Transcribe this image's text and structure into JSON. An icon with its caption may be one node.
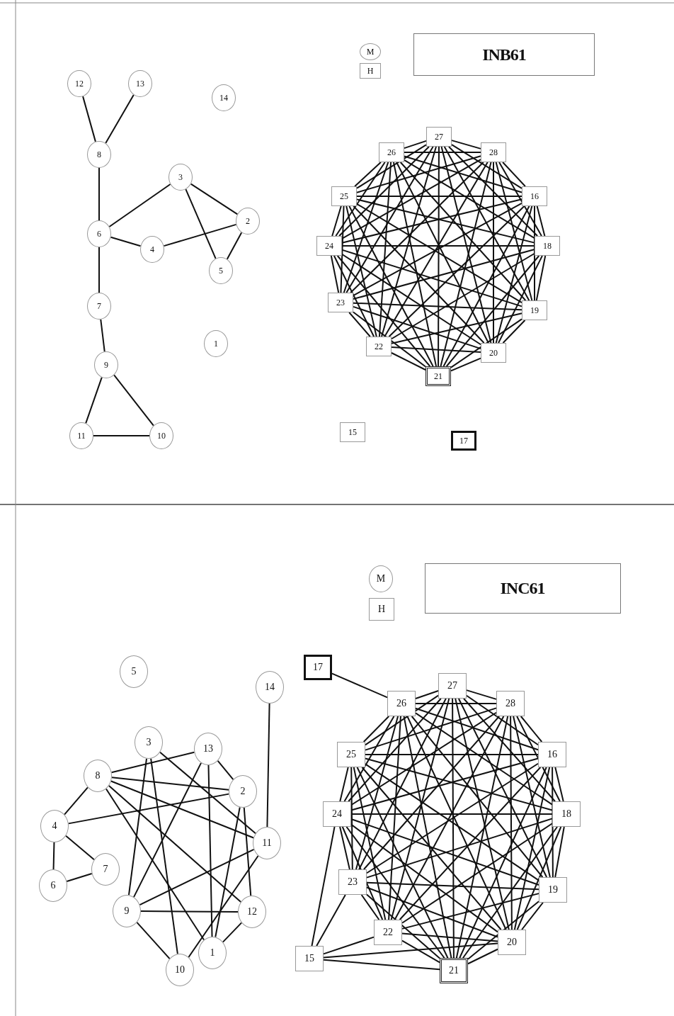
{
  "diagram": {
    "nodes": [
      {
        "text": [
          "M"
        ]
      },
      {
        "text": [
          "H"
        ]
      },
      {
        "text": [
          "INB61"
        ]
      },
      {
        "text": [
          "1"
        ]
      },
      {
        "text": [
          "2"
        ]
      },
      {
        "text": [
          "3"
        ]
      },
      {
        "text": [
          "4"
        ]
      },
      {
        "text": [
          "5"
        ]
      },
      {
        "text": [
          "6"
        ]
      },
      {
        "text": [
          "7"
        ]
      },
      {
        "text": [
          "8"
        ]
      },
      {
        "text": [
          "9"
        ]
      },
      {
        "text": [
          "10"
        ]
      },
      {
        "text": [
          "11"
        ]
      },
      {
        "text": [
          "12"
        ]
      },
      {
        "text": [
          "13"
        ]
      },
      {
        "text": [
          "14"
        ]
      },
      {
        "text": [
          "15"
        ]
      },
      {
        "text": [
          "16"
        ]
      },
      {
        "text": [
          "17"
        ]
      },
      {
        "text": [
          "18"
        ]
      },
      {
        "text": [
          "19"
        ]
      },
      {
        "text": [
          "20"
        ]
      },
      {
        "text": [
          "21"
        ]
      },
      {
        "text": [
          "22"
        ]
      },
      {
        "text": [
          "23"
        ]
      },
      {
        "text": [
          "24"
        ]
      },
      {
        "text": [
          "25"
        ]
      },
      {
        "text": [
          "26"
        ]
      },
      {
        "text": [
          "27"
        ]
      },
      {
        "text": [
          "28"
        ]
      },
      {
        "text": [
          "M"
        ]
      },
      {
        "text": [
          "H"
        ]
      },
      {
        "text": [
          "INC61"
        ]
      },
      {
        "text": [
          "1"
        ]
      },
      {
        "text": [
          "2"
        ]
      },
      {
        "text": [
          "3"
        ]
      },
      {
        "text": [
          "4"
        ]
      },
      {
        "text": [
          "5"
        ]
      },
      {
        "text": [
          "6"
        ]
      },
      {
        "text": [
          "7"
        ]
      },
      {
        "text": [
          "8"
        ]
      },
      {
        "text": [
          "9"
        ]
      },
      {
        "text": [
          "10"
        ]
      },
      {
        "text": [
          "11"
        ]
      },
      {
        "text": [
          "12"
        ]
      },
      {
        "text": [
          "13"
        ]
      },
      {
        "text": [
          "14"
        ]
      },
      {
        "text": [
          "15"
        ]
      },
      {
        "text": [
          "16"
        ]
      },
      {
        "text": [
          "17"
        ]
      },
      {
        "text": [
          "18"
        ]
      },
      {
        "text": [
          "19"
        ]
      },
      {
        "text": [
          "20"
        ]
      },
      {
        "text": [
          "21"
        ]
      },
      {
        "text": [
          "22"
        ]
      },
      {
        "text": [
          "23"
        ]
      },
      {
        "text": [
          "24"
        ]
      },
      {
        "text": [
          "25"
        ]
      },
      {
        "text": [
          "26"
        ]
      },
      {
        "text": [
          "27"
        ]
      },
      {
        "text": [
          "28"
        ]
      }
    ],
    "edges": [
      {
        "from": 14,
        "to": 10,
        "arrow": "none"
      },
      {
        "from": 15,
        "to": 10,
        "arrow": "none"
      },
      {
        "from": 10,
        "to": 8,
        "arrow": "none"
      },
      {
        "from": 8,
        "to": 5,
        "arrow": "none"
      },
      {
        "from": 8,
        "to": 6,
        "arrow": "none"
      },
      {
        "from": 6,
        "to": 4,
        "arrow": "none"
      },
      {
        "from": 5,
        "to": 4,
        "arrow": "none"
      },
      {
        "from": 5,
        "to": 7,
        "arrow": "none"
      },
      {
        "from": 4,
        "to": 7,
        "arrow": "none"
      },
      {
        "from": 8,
        "to": 9,
        "arrow": "none"
      },
      {
        "from": 9,
        "to": 11,
        "arrow": "none"
      },
      {
        "from": 11,
        "to": 13,
        "arrow": "none"
      },
      {
        "from": 11,
        "to": 12,
        "arrow": "none"
      },
      {
        "from": 13,
        "to": 12,
        "arrow": "none"
      },
      {
        "from": 18,
        "to": 20,
        "arrow": "none"
      },
      {
        "from": 18,
        "to": 21,
        "arrow": "none"
      },
      {
        "from": 18,
        "to": 22,
        "arrow": "none"
      },
      {
        "from": 18,
        "to": 23,
        "arrow": "none"
      },
      {
        "from": 18,
        "to": 24,
        "arrow": "none"
      },
      {
        "from": 18,
        "to": 25,
        "arrow": "none"
      },
      {
        "from": 18,
        "to": 26,
        "arrow": "none"
      },
      {
        "from": 18,
        "to": 27,
        "arrow": "none"
      },
      {
        "from": 18,
        "to": 28,
        "arrow": "none"
      },
      {
        "from": 18,
        "to": 29,
        "arrow": "none"
      },
      {
        "from": 18,
        "to": 30,
        "arrow": "none"
      },
      {
        "from": 20,
        "to": 21,
        "arrow": "none"
      },
      {
        "from": 20,
        "to": 22,
        "arrow": "none"
      },
      {
        "from": 20,
        "to": 23,
        "arrow": "none"
      },
      {
        "from": 20,
        "to": 24,
        "arrow": "none"
      },
      {
        "from": 20,
        "to": 25,
        "arrow": "none"
      },
      {
        "from": 20,
        "to": 26,
        "arrow": "none"
      },
      {
        "from": 20,
        "to": 27,
        "arrow": "none"
      },
      {
        "from": 20,
        "to": 28,
        "arrow": "none"
      },
      {
        "from": 20,
        "to": 29,
        "arrow": "none"
      },
      {
        "from": 20,
        "to": 30,
        "arrow": "none"
      },
      {
        "from": 21,
        "to": 22,
        "arrow": "none"
      },
      {
        "from": 21,
        "to": 23,
        "arrow": "none"
      },
      {
        "from": 21,
        "to": 24,
        "arrow": "none"
      },
      {
        "from": 21,
        "to": 25,
        "arrow": "none"
      },
      {
        "from": 21,
        "to": 26,
        "arrow": "none"
      },
      {
        "from": 21,
        "to": 27,
        "arrow": "none"
      },
      {
        "from": 21,
        "to": 28,
        "arrow": "none"
      },
      {
        "from": 21,
        "to": 29,
        "arrow": "none"
      },
      {
        "from": 21,
        "to": 30,
        "arrow": "none"
      },
      {
        "from": 22,
        "to": 23,
        "arrow": "none"
      },
      {
        "from": 22,
        "to": 24,
        "arrow": "none"
      },
      {
        "from": 22,
        "to": 25,
        "arrow": "none"
      },
      {
        "from": 22,
        "to": 26,
        "arrow": "none"
      },
      {
        "from": 22,
        "to": 27,
        "arrow": "none"
      },
      {
        "from": 22,
        "to": 28,
        "arrow": "none"
      },
      {
        "from": 22,
        "to": 29,
        "arrow": "none"
      },
      {
        "from": 22,
        "to": 30,
        "arrow": "none"
      },
      {
        "from": 23,
        "to": 24,
        "arrow": "none"
      },
      {
        "from": 23,
        "to": 25,
        "arrow": "none"
      },
      {
        "from": 23,
        "to": 26,
        "arrow": "none"
      },
      {
        "from": 23,
        "to": 27,
        "arrow": "none"
      },
      {
        "from": 23,
        "to": 28,
        "arrow": "none"
      },
      {
        "from": 23,
        "to": 29,
        "arrow": "none"
      },
      {
        "from": 23,
        "to": 30,
        "arrow": "none"
      },
      {
        "from": 24,
        "to": 25,
        "arrow": "none"
      },
      {
        "from": 24,
        "to": 26,
        "arrow": "none"
      },
      {
        "from": 24,
        "to": 27,
        "arrow": "none"
      },
      {
        "from": 24,
        "to": 28,
        "arrow": "none"
      },
      {
        "from": 24,
        "to": 29,
        "arrow": "none"
      },
      {
        "from": 24,
        "to": 30,
        "arrow": "none"
      },
      {
        "from": 25,
        "to": 26,
        "arrow": "none"
      },
      {
        "from": 25,
        "to": 27,
        "arrow": "none"
      },
      {
        "from": 25,
        "to": 28,
        "arrow": "none"
      },
      {
        "from": 25,
        "to": 29,
        "arrow": "none"
      },
      {
        "from": 25,
        "to": 30,
        "arrow": "none"
      },
      {
        "from": 26,
        "to": 27,
        "arrow": "none"
      },
      {
        "from": 26,
        "to": 28,
        "arrow": "none"
      },
      {
        "from": 26,
        "to": 29,
        "arrow": "none"
      },
      {
        "from": 26,
        "to": 30,
        "arrow": "none"
      },
      {
        "from": 27,
        "to": 28,
        "arrow": "none"
      },
      {
        "from": 27,
        "to": 29,
        "arrow": "none"
      },
      {
        "from": 27,
        "to": 30,
        "arrow": "none"
      },
      {
        "from": 28,
        "to": 29,
        "arrow": "none"
      },
      {
        "from": 28,
        "to": 30,
        "arrow": "none"
      },
      {
        "from": 29,
        "to": 30,
        "arrow": "none"
      },
      {
        "from": 41,
        "to": 46,
        "arrow": "none"
      },
      {
        "from": 41,
        "to": 35,
        "arrow": "none"
      },
      {
        "from": 41,
        "to": 44,
        "arrow": "none"
      },
      {
        "from": 41,
        "to": 45,
        "arrow": "none"
      },
      {
        "from": 41,
        "to": 34,
        "arrow": "none"
      },
      {
        "from": 41,
        "to": 37,
        "arrow": "none"
      },
      {
        "from": 37,
        "to": 35,
        "arrow": "none"
      },
      {
        "from": 37,
        "to": 40,
        "arrow": "none"
      },
      {
        "from": 37,
        "to": 39,
        "arrow": "none"
      },
      {
        "from": 39,
        "to": 40,
        "arrow": "none"
      },
      {
        "from": 36,
        "to": 42,
        "arrow": "none"
      },
      {
        "from": 36,
        "to": 43,
        "arrow": "none"
      },
      {
        "from": 36,
        "to": 44,
        "arrow": "none"
      },
      {
        "from": 46,
        "to": 42,
        "arrow": "none"
      },
      {
        "from": 46,
        "to": 34,
        "arrow": "none"
      },
      {
        "from": 46,
        "to": 35,
        "arrow": "none"
      },
      {
        "from": 35,
        "to": 45,
        "arrow": "none"
      },
      {
        "from": 35,
        "to": 34,
        "arrow": "none"
      },
      {
        "from": 47,
        "to": 44,
        "arrow": "none"
      },
      {
        "from": 44,
        "to": 42,
        "arrow": "none"
      },
      {
        "from": 44,
        "to": 43,
        "arrow": "none"
      },
      {
        "from": 42,
        "to": 45,
        "arrow": "none"
      },
      {
        "from": 42,
        "to": 43,
        "arrow": "none"
      },
      {
        "from": 45,
        "to": 34,
        "arrow": "none"
      },
      {
        "from": 49,
        "to": 51,
        "arrow": "none"
      },
      {
        "from": 49,
        "to": 52,
        "arrow": "none"
      },
      {
        "from": 49,
        "to": 53,
        "arrow": "none"
      },
      {
        "from": 49,
        "to": 54,
        "arrow": "none"
      },
      {
        "from": 49,
        "to": 55,
        "arrow": "none"
      },
      {
        "from": 49,
        "to": 56,
        "arrow": "none"
      },
      {
        "from": 49,
        "to": 57,
        "arrow": "none"
      },
      {
        "from": 49,
        "to": 58,
        "arrow": "none"
      },
      {
        "from": 49,
        "to": 59,
        "arrow": "none"
      },
      {
        "from": 49,
        "to": 60,
        "arrow": "none"
      },
      {
        "from": 49,
        "to": 61,
        "arrow": "none"
      },
      {
        "from": 51,
        "to": 52,
        "arrow": "none"
      },
      {
        "from": 51,
        "to": 53,
        "arrow": "none"
      },
      {
        "from": 51,
        "to": 54,
        "arrow": "none"
      },
      {
        "from": 51,
        "to": 55,
        "arrow": "none"
      },
      {
        "from": 51,
        "to": 56,
        "arrow": "none"
      },
      {
        "from": 51,
        "to": 57,
        "arrow": "none"
      },
      {
        "from": 51,
        "to": 58,
        "arrow": "none"
      },
      {
        "from": 51,
        "to": 59,
        "arrow": "none"
      },
      {
        "from": 51,
        "to": 60,
        "arrow": "none"
      },
      {
        "from": 51,
        "to": 61,
        "arrow": "none"
      },
      {
        "from": 52,
        "to": 53,
        "arrow": "none"
      },
      {
        "from": 52,
        "to": 54,
        "arrow": "none"
      },
      {
        "from": 52,
        "to": 55,
        "arrow": "none"
      },
      {
        "from": 52,
        "to": 56,
        "arrow": "none"
      },
      {
        "from": 52,
        "to": 57,
        "arrow": "none"
      },
      {
        "from": 52,
        "to": 58,
        "arrow": "none"
      },
      {
        "from": 52,
        "to": 59,
        "arrow": "none"
      },
      {
        "from": 52,
        "to": 60,
        "arrow": "none"
      },
      {
        "from": 52,
        "to": 61,
        "arrow": "none"
      },
      {
        "from": 53,
        "to": 54,
        "arrow": "none"
      },
      {
        "from": 53,
        "to": 55,
        "arrow": "none"
      },
      {
        "from": 53,
        "to": 56,
        "arrow": "none"
      },
      {
        "from": 53,
        "to": 57,
        "arrow": "none"
      },
      {
        "from": 53,
        "to": 58,
        "arrow": "none"
      },
      {
        "from": 53,
        "to": 59,
        "arrow": "none"
      },
      {
        "from": 53,
        "to": 60,
        "arrow": "none"
      },
      {
        "from": 53,
        "to": 61,
        "arrow": "none"
      },
      {
        "from": 54,
        "to": 55,
        "arrow": "none"
      },
      {
        "from": 54,
        "to": 56,
        "arrow": "none"
      },
      {
        "from": 54,
        "to": 57,
        "arrow": "none"
      },
      {
        "from": 54,
        "to": 58,
        "arrow": "none"
      },
      {
        "from": 54,
        "to": 59,
        "arrow": "none"
      },
      {
        "from": 54,
        "to": 60,
        "arrow": "none"
      },
      {
        "from": 54,
        "to": 61,
        "arrow": "none"
      },
      {
        "from": 55,
        "to": 56,
        "arrow": "none"
      },
      {
        "from": 55,
        "to": 57,
        "arrow": "none"
      },
      {
        "from": 55,
        "to": 58,
        "arrow": "none"
      },
      {
        "from": 55,
        "to": 59,
        "arrow": "none"
      },
      {
        "from": 55,
        "to": 60,
        "arrow": "none"
      },
      {
        "from": 55,
        "to": 61,
        "arrow": "none"
      },
      {
        "from": 56,
        "to": 57,
        "arrow": "none"
      },
      {
        "from": 56,
        "to": 58,
        "arrow": "none"
      },
      {
        "from": 56,
        "to": 59,
        "arrow": "none"
      },
      {
        "from": 56,
        "to": 60,
        "arrow": "none"
      },
      {
        "from": 56,
        "to": 61,
        "arrow": "none"
      },
      {
        "from": 57,
        "to": 58,
        "arrow": "none"
      },
      {
        "from": 57,
        "to": 59,
        "arrow": "none"
      },
      {
        "from": 57,
        "to": 60,
        "arrow": "none"
      },
      {
        "from": 57,
        "to": 61,
        "arrow": "none"
      },
      {
        "from": 58,
        "to": 59,
        "arrow": "none"
      },
      {
        "from": 58,
        "to": 60,
        "arrow": "none"
      },
      {
        "from": 58,
        "to": 61,
        "arrow": "none"
      },
      {
        "from": 59,
        "to": 60,
        "arrow": "none"
      },
      {
        "from": 59,
        "to": 61,
        "arrow": "none"
      },
      {
        "from": 60,
        "to": 61,
        "arrow": "none"
      },
      {
        "from": 50,
        "to": 59,
        "arrow": "none"
      },
      {
        "from": 48,
        "to": 57,
        "arrow": "none"
      },
      {
        "from": 48,
        "to": 56,
        "arrow": "none"
      },
      {
        "from": 48,
        "to": 55,
        "arrow": "none"
      },
      {
        "from": 48,
        "to": 53,
        "arrow": "none"
      },
      {
        "from": 48,
        "to": 54,
        "arrow": "none"
      }
    ]
  }
}
